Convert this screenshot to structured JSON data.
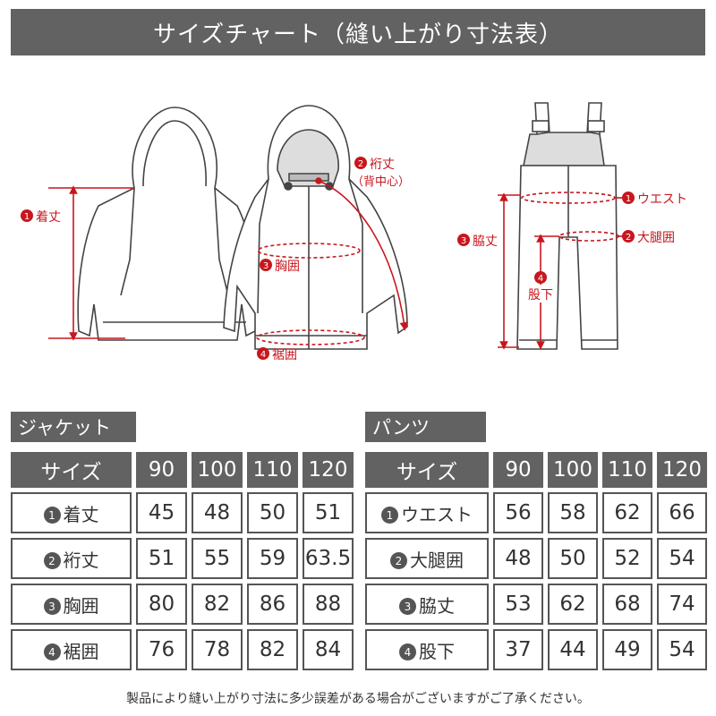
{
  "title": "サイズチャート（縫い上がり寸法表）",
  "diagram": {
    "jacket": {
      "label1": "着丈",
      "label2_line1": "裄丈",
      "label2_line2": "（背中心）",
      "label3": "胸囲",
      "label4": "裾囲"
    },
    "pants": {
      "label1": "ウエスト",
      "label2": "大腿囲",
      "label3": "脇丈",
      "label4": "股下"
    },
    "markers": [
      "1",
      "2",
      "3",
      "4"
    ],
    "accent_color": "#c8161d"
  },
  "jacket_table": {
    "label": "ジャケット",
    "header": "サイズ",
    "sizes": [
      "90",
      "100",
      "110",
      "120"
    ],
    "rows": [
      {
        "num": "1",
        "item": "着丈",
        "values": [
          "45",
          "48",
          "50",
          "51"
        ]
      },
      {
        "num": "2",
        "item": "裄丈",
        "values": [
          "51",
          "55",
          "59",
          "63.5"
        ]
      },
      {
        "num": "3",
        "item": "胸囲",
        "values": [
          "80",
          "82",
          "86",
          "88"
        ]
      },
      {
        "num": "4",
        "item": "裾囲",
        "values": [
          "76",
          "78",
          "82",
          "84"
        ]
      }
    ]
  },
  "pants_table": {
    "label": "パンツ",
    "header": "サイズ",
    "sizes": [
      "90",
      "100",
      "110",
      "120"
    ],
    "rows": [
      {
        "num": "1",
        "item": "ウエスト",
        "values": [
          "56",
          "58",
          "62",
          "66"
        ]
      },
      {
        "num": "2",
        "item": "大腿囲",
        "values": [
          "48",
          "50",
          "52",
          "54"
        ]
      },
      {
        "num": "3",
        "item": "脇丈",
        "values": [
          "53",
          "62",
          "68",
          "74"
        ]
      },
      {
        "num": "4",
        "item": "股下",
        "values": [
          "37",
          "44",
          "49",
          "54"
        ]
      }
    ]
  },
  "footnote": "製品により縫い上がり寸法に多少誤差がある場合がございますがご了承ください。"
}
